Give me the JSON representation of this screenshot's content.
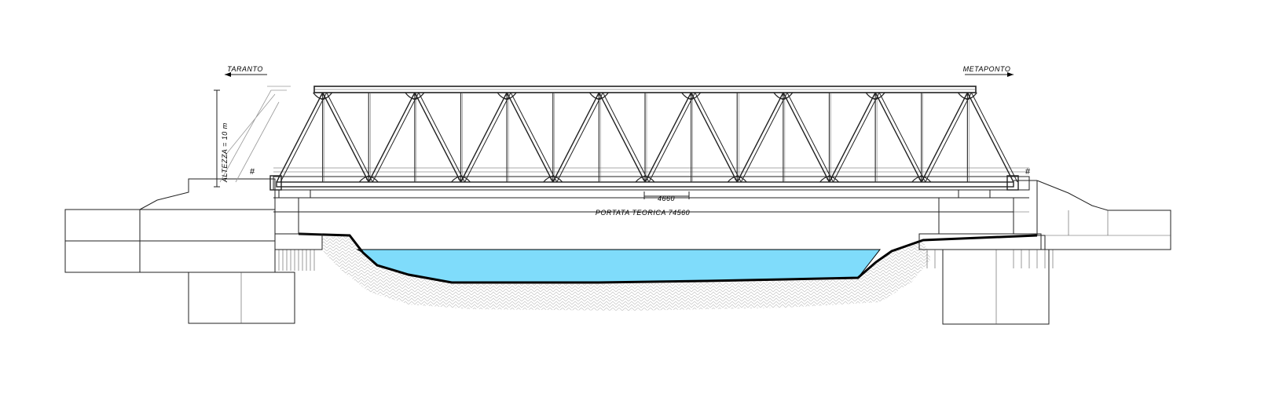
{
  "labels": {
    "left_direction": "TARANTO",
    "right_direction": "METAPONTO",
    "height_note": "ALTEZZA   = 10 m",
    "panel_dimension": "4660",
    "span_dimension": "PORTATA TEORICA 74560"
  },
  "colors": {
    "water": "#7fdcfb",
    "lines": "#222222",
    "ground_hatch": "#b5b5b5"
  }
}
